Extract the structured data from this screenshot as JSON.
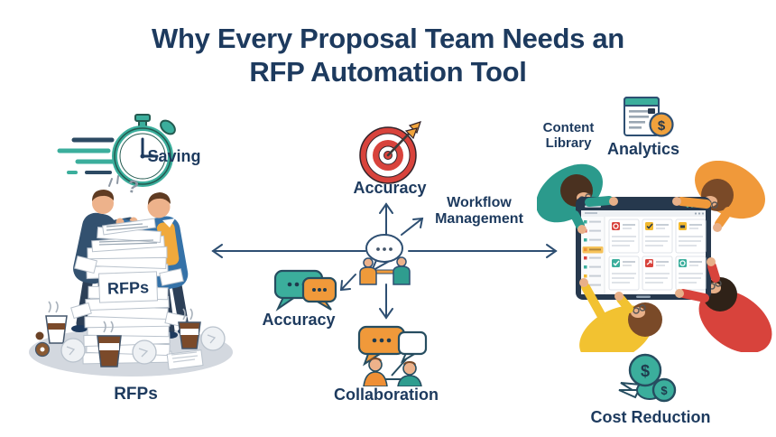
{
  "title": {
    "line1": "Why Every Proposal Team Needs an",
    "line2": "RFP Automation Tool"
  },
  "left": {
    "saving_label": "Saving",
    "stack_label": "RFPs",
    "caption": "RFPs",
    "question_mark": "?"
  },
  "center": {
    "accuracy_top": "Accuracy",
    "workflow_line1": "Workflow",
    "workflow_line2": "Management",
    "accuracy_chat": "Accuracy",
    "collaboration": "Collaboration"
  },
  "right": {
    "content_library": "Content Library",
    "analytics": "Analytics",
    "cost_reduction": "Cost Reduction",
    "dollar_sign": "$"
  },
  "icons": {
    "saving": "stopwatch-speed-icon",
    "accuracy_top": "dartboard-arrow-icon",
    "hub": "team-discussion-bubble-icon",
    "accuracy_chat": "chat-bubbles-icon",
    "collaboration": "people-network-icon",
    "content_library": "document-dollar-icon",
    "cost_reduction": "money-coins-icon"
  },
  "colors": {
    "navy_text": "#1d3a5e",
    "arrow": "#2e4f72",
    "teal": "#3bae9c",
    "orange": "#f0993a",
    "yellow": "#f2c231",
    "red": "#d8433c",
    "blue_jacket": "#3572a8",
    "dark_sweater": "#33516f",
    "gray_base": "#d3d8df"
  }
}
